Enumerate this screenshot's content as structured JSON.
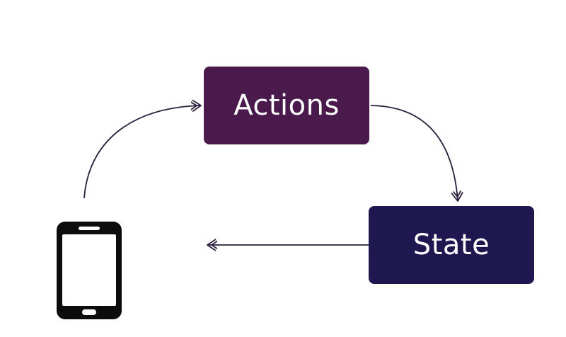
{
  "diagram": {
    "nodes": {
      "actions": {
        "label": "Actions",
        "color": "#4a1a4c"
      },
      "state": {
        "label": "State",
        "color": "#1f1850"
      }
    },
    "device": {
      "icon": "smartphone-icon"
    },
    "edges": [
      {
        "from": "device",
        "to": "actions"
      },
      {
        "from": "actions",
        "to": "state"
      },
      {
        "from": "state",
        "to": "device"
      }
    ],
    "colors": {
      "arrow": "#2a1f3d",
      "phone": "#0c0c0c"
    }
  }
}
